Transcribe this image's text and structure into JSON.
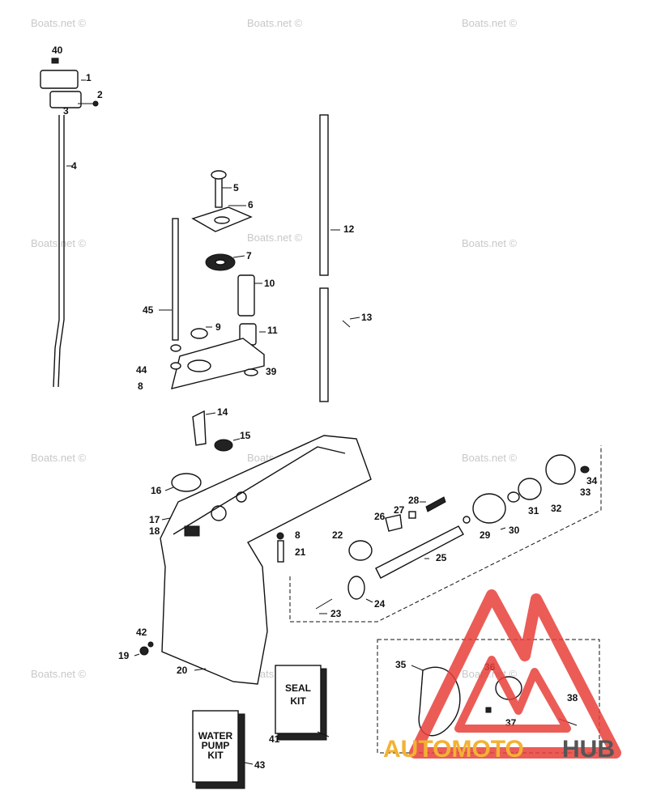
{
  "watermark": {
    "text": "Boats.net ©"
  },
  "logo": {
    "brand_left": "AUTOMOTO",
    "brand_right": "HUB",
    "color_red": "#e8403a",
    "color_yellow": "#f2b233",
    "color_gray": "#555555"
  },
  "part_labels": [
    "40",
    "1",
    "2",
    "3",
    "4",
    "5",
    "6",
    "7",
    "10",
    "45",
    "9",
    "11",
    "44",
    "8",
    "39",
    "12",
    "13",
    "14",
    "15",
    "16",
    "17",
    "18",
    "8",
    "21",
    "28",
    "27",
    "26",
    "22",
    "25",
    "29",
    "30",
    "31",
    "32",
    "34",
    "33",
    "24",
    "23",
    "42",
    "19",
    "20",
    "35",
    "36",
    "38",
    "37",
    "41",
    "43"
  ],
  "kits": {
    "seal_kit": "SEAL KIT",
    "water_pump_kit": "WATER PUMP KIT"
  }
}
